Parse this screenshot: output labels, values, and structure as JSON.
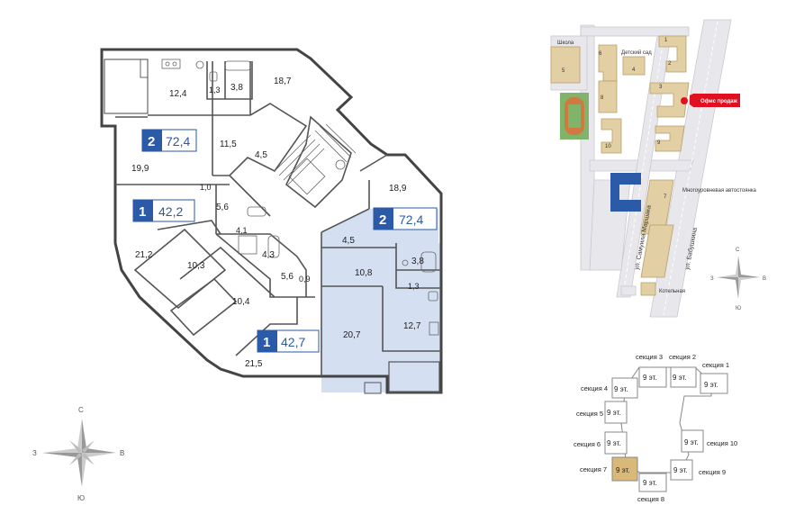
{
  "rooms": [
    {
      "label": "12,4"
    },
    {
      "label": "1,3"
    },
    {
      "label": "3,8"
    },
    {
      "label": "18,7"
    },
    {
      "label": "11,5"
    },
    {
      "label": "4,5"
    },
    {
      "label": "19,9"
    },
    {
      "label": "1,0"
    },
    {
      "label": "5,6"
    },
    {
      "label": "4,1"
    },
    {
      "label": "4,3"
    },
    {
      "label": "21,2"
    },
    {
      "label": "10,3"
    },
    {
      "label": "5,6"
    },
    {
      "label": "0,9"
    },
    {
      "label": "10,4"
    },
    {
      "label": "21,5"
    },
    {
      "label": "18,9"
    },
    {
      "label": "4,5"
    },
    {
      "label": "10,8"
    },
    {
      "label": "3,8"
    },
    {
      "label": "1,3"
    },
    {
      "label": "20,7"
    },
    {
      "label": "12,7"
    }
  ],
  "apartments": [
    {
      "rooms": "2",
      "area": "72,4"
    },
    {
      "rooms": "1",
      "area": "42,2"
    },
    {
      "rooms": "1",
      "area": "42,7"
    },
    {
      "rooms": "2",
      "area": "72,4",
      "highlighted": true
    }
  ],
  "colors": {
    "accent": "#2a5aa8",
    "highlight": "#d4e0f2",
    "sale_office": "#e01020",
    "buildings": "#e2cfa4",
    "current_section": "#d9b878"
  },
  "site_map": {
    "labels": {
      "school": "Школа",
      "kindergarten": "Детский сад",
      "sales_office": "Офис продаж",
      "parking": "Многоуровневая автостоянка",
      "boiler": "Котельная",
      "street1": "ул. Самуила Маршака",
      "street2": "ул. Бабушкина"
    },
    "building_numbers": [
      "1",
      "2",
      "3",
      "4",
      "5",
      "6",
      "7",
      "8",
      "9",
      "10"
    ]
  },
  "compass_large": {
    "n": "С",
    "s": "Ю",
    "w": "З",
    "e": "В"
  },
  "compass_small": {
    "n": "С",
    "s": "Ю",
    "w": "З",
    "e": "В"
  },
  "sections": {
    "labels": [
      "секция 1",
      "секция 2",
      "секция 3",
      "секция 4",
      "секция 5",
      "секция 6",
      "секция 7",
      "секция 8",
      "секция 9",
      "секция 10"
    ],
    "floors": "9 эт.",
    "current": "секция 7"
  }
}
